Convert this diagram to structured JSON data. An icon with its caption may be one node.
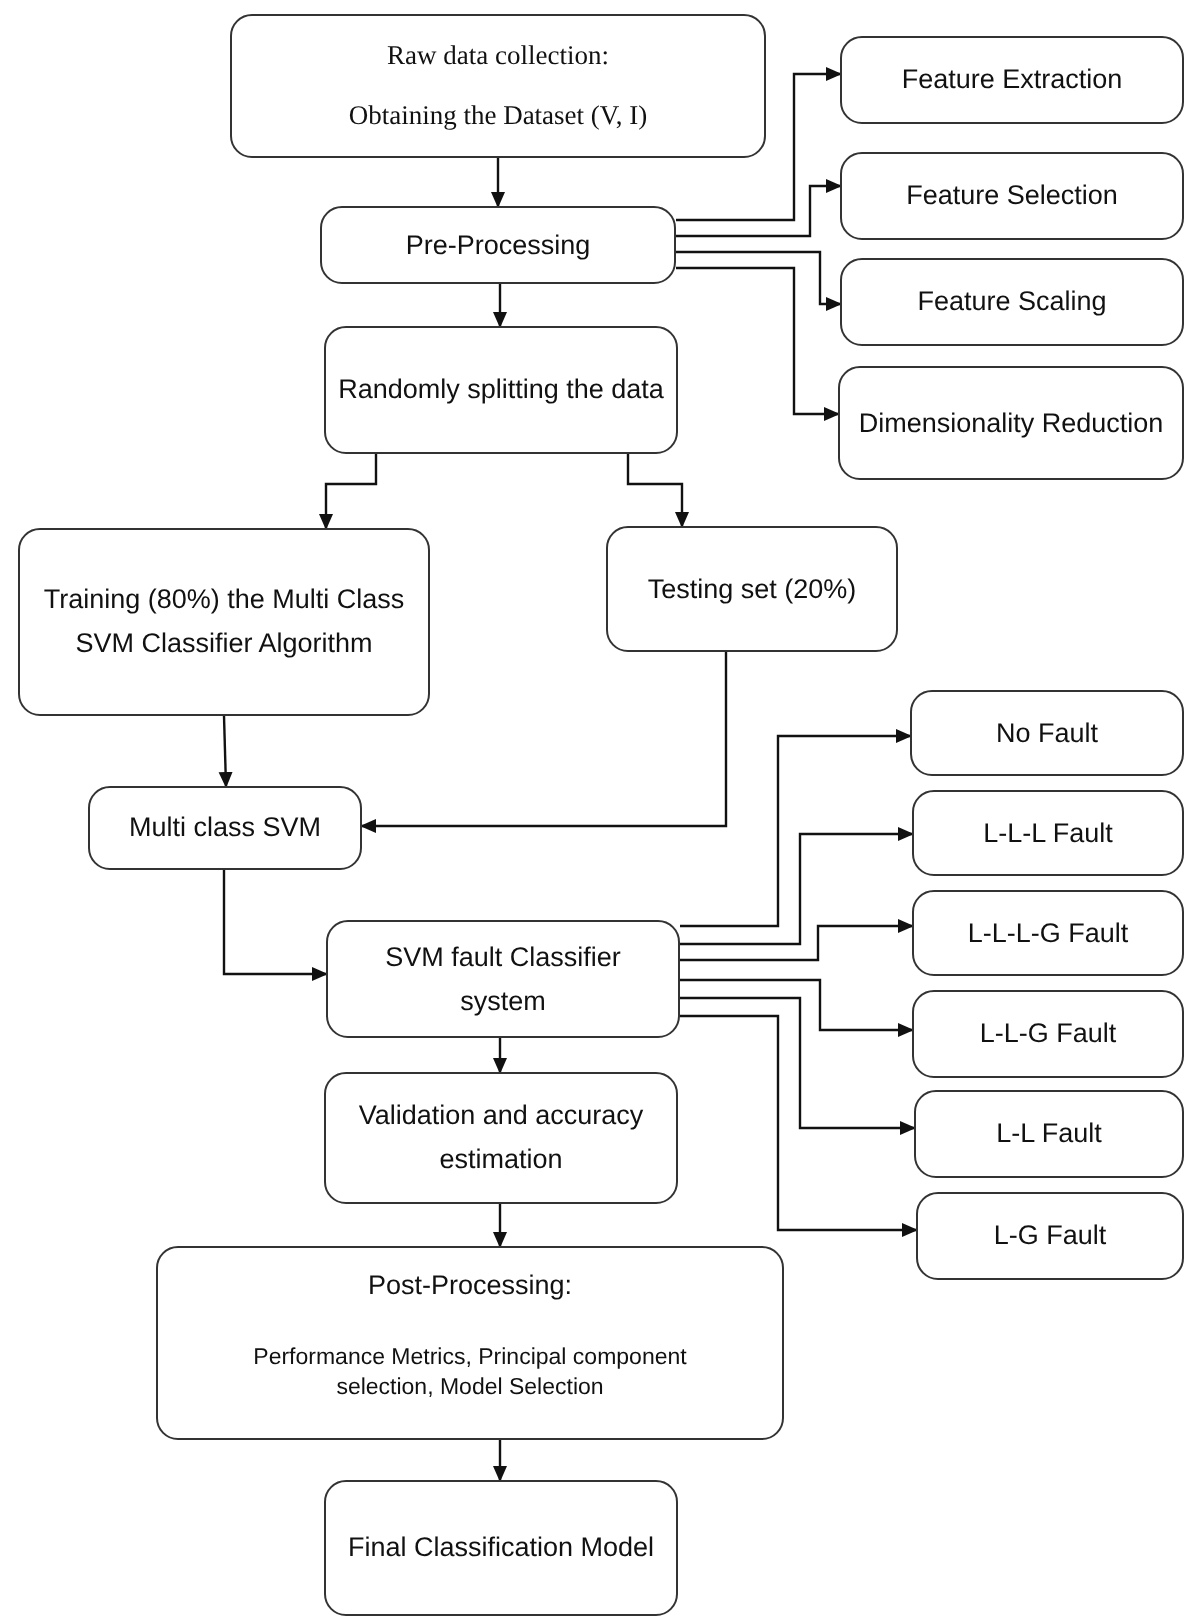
{
  "diagram": {
    "nodes": [
      {
        "text": [
          "Raw data collection:",
          "Obtaining the Dataset (V, I)"
        ]
      },
      {
        "text": [
          "Pre-Processing"
        ]
      },
      {
        "text": [
          "Feature Extraction"
        ]
      },
      {
        "text": [
          "Feature Selection"
        ]
      },
      {
        "text": [
          "Feature Scaling"
        ]
      },
      {
        "text": [
          "Dimensionality Reduction"
        ]
      },
      {
        "text": [
          "Randomly splitting the data"
        ]
      },
      {
        "text": [
          "Training (80%) the Multi Class SVM Classifier Algorithm"
        ]
      },
      {
        "text": [
          "Testing set (20%)"
        ]
      },
      {
        "text": [
          "Multi class SVM"
        ]
      },
      {
        "text": [
          "No Fault"
        ]
      },
      {
        "text": [
          "L-L-L Fault"
        ]
      },
      {
        "text": [
          "SVM fault Classifier system"
        ]
      },
      {
        "text": [
          "L-L-L-G Fault"
        ]
      },
      {
        "text": [
          "Validation and accuracy estimation"
        ]
      },
      {
        "text": [
          "L-L-G Fault"
        ]
      },
      {
        "text": [
          "L-L Fault"
        ]
      },
      {
        "text": [
          "Post-Processing:",
          "Performance Metrics, Principal component selection, Model Selection"
        ]
      },
      {
        "text": [
          "L-G Fault"
        ]
      },
      {
        "text": [
          "Final Classification Model"
        ]
      }
    ],
    "edges": [
      {
        "from": 0,
        "to": 1,
        "arrow": "to"
      },
      {
        "from": 1,
        "to": 2,
        "arrow": "to"
      },
      {
        "from": 1,
        "to": 3,
        "arrow": "to"
      },
      {
        "from": 1,
        "to": 4,
        "arrow": "to"
      },
      {
        "from": 1,
        "to": 5,
        "arrow": "to"
      },
      {
        "from": 1,
        "to": 6,
        "arrow": "to"
      },
      {
        "from": 6,
        "to": 7,
        "arrow": "to"
      },
      {
        "from": 6,
        "to": 8,
        "arrow": "to"
      },
      {
        "from": 7,
        "to": 9,
        "arrow": "to"
      },
      {
        "from": 8,
        "to": 9,
        "arrow": "to"
      },
      {
        "from": 9,
        "to": 12,
        "arrow": "to"
      },
      {
        "from": 12,
        "to": 10,
        "arrow": "to"
      },
      {
        "from": 12,
        "to": 11,
        "arrow": "to"
      },
      {
        "from": 12,
        "to": 13,
        "arrow": "to"
      },
      {
        "from": 12,
        "to": 15,
        "arrow": "to"
      },
      {
        "from": 12,
        "to": 16,
        "arrow": "to"
      },
      {
        "from": 12,
        "to": 18,
        "arrow": "to"
      },
      {
        "from": 12,
        "to": 14,
        "arrow": "to"
      },
      {
        "from": 14,
        "to": 17,
        "arrow": "to"
      },
      {
        "from": 17,
        "to": 19,
        "arrow": "to"
      }
    ]
  }
}
